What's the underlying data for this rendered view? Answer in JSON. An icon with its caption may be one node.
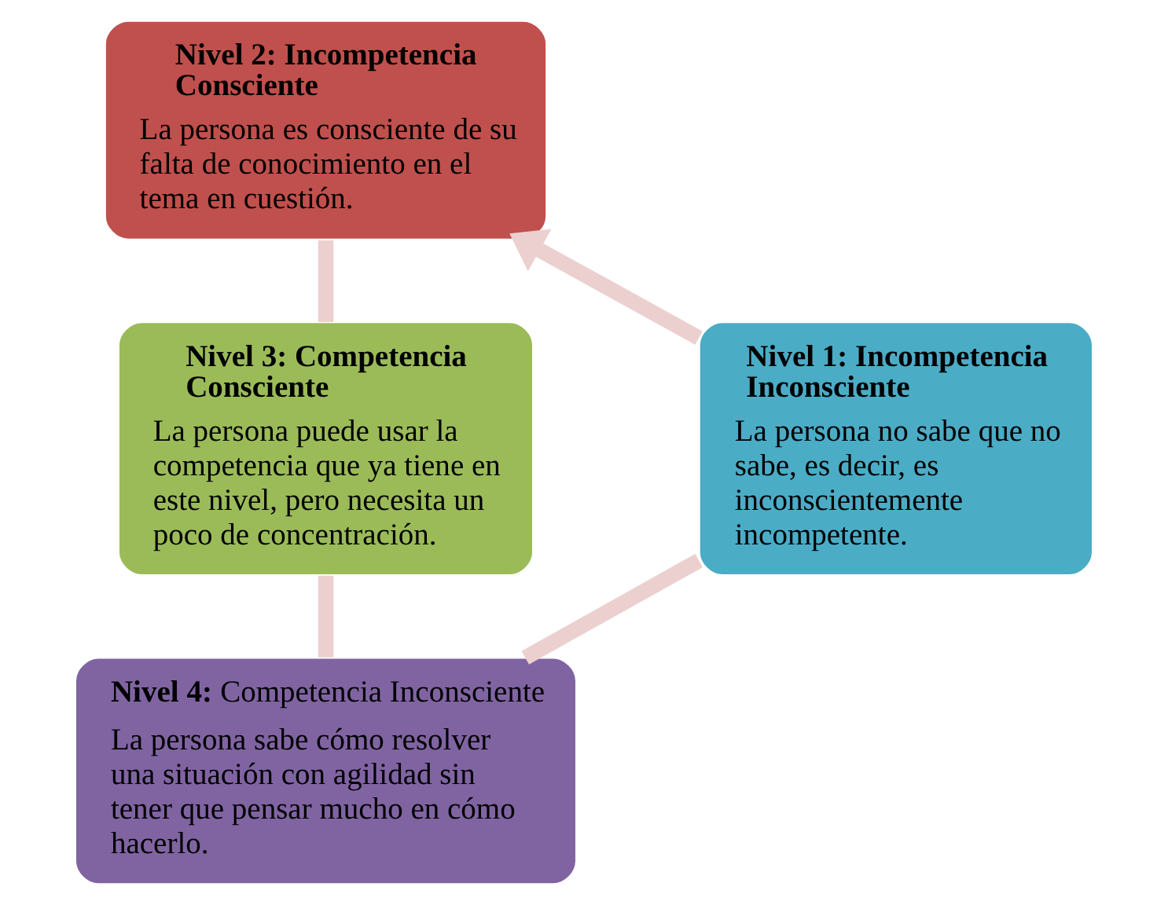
{
  "diagram": {
    "nodes": [
      {
        "text": [
          "Nivel 2: Incompetencia Consciente",
          "La persona es consciente de su falta de conocimiento en el tema en cuestión."
        ]
      },
      {
        "text": [
          "Nivel 1: Incompetencia Inconsciente",
          "La persona no sabe que no sabe, es decir, es inconscientemente incompetente."
        ]
      },
      {
        "text": [
          "Nivel 3: Competencia Consciente",
          "La persona puede usar la competencia que ya tiene en este nivel, pero necesita un poco de concentración."
        ]
      },
      {
        "text": [
          "**Nivel 4:** Competencia Inconsciente",
          "La persona sabe cómo resolver una situación con agilidad sin tener que pensar mucho en cómo hacerlo."
        ]
      }
    ],
    "edges": [
      {
        "from": 1,
        "to": 0,
        "arrow": "to"
      },
      {
        "from": 0,
        "to": 2,
        "arrow": "none"
      },
      {
        "from": 2,
        "to": 3,
        "arrow": "none"
      },
      {
        "from": 3,
        "to": 1,
        "arrow": "none"
      }
    ]
  }
}
